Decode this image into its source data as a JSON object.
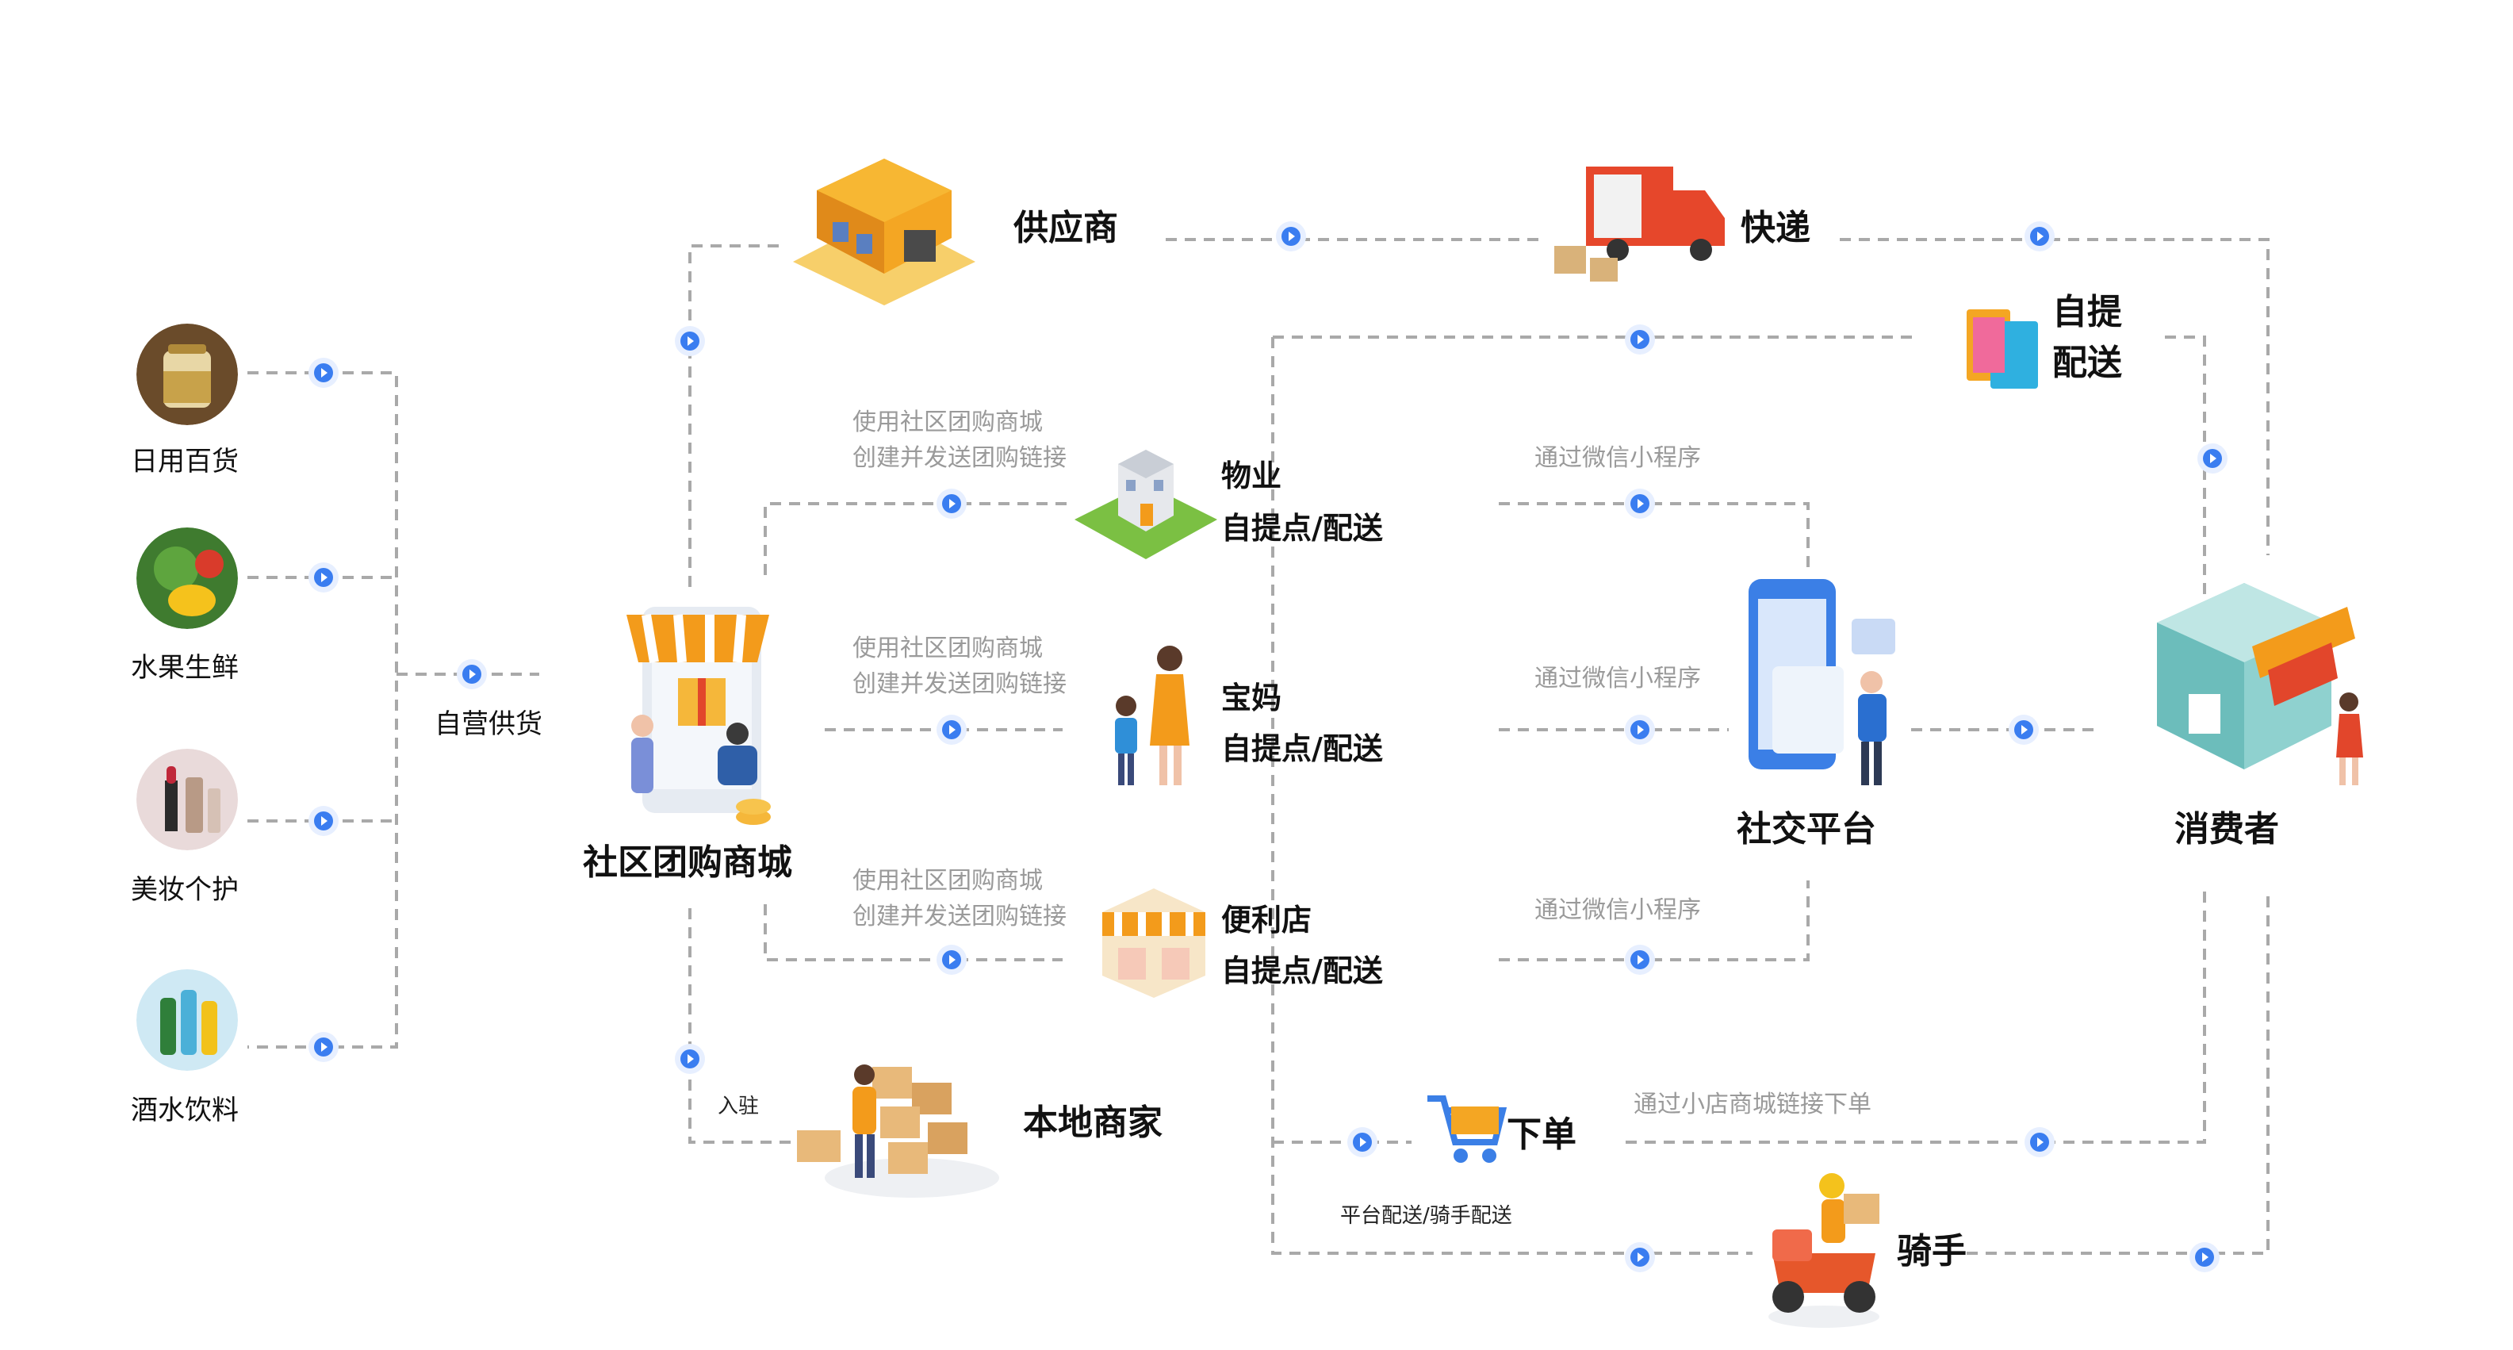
{
  "categories": [
    {
      "label": "日用百货",
      "color": "#c8a24a"
    },
    {
      "label": "水果生鲜",
      "color": "#4f9b3a"
    },
    {
      "label": "美妆个护",
      "color": "#b23a48"
    },
    {
      "label": "酒水饮料",
      "color": "#4bb0d8"
    }
  ],
  "self_supply": "自营供货",
  "mall": "社区团购商城",
  "supplier": "供应商",
  "express": "快递",
  "self_pickup": [
    "自提",
    "配送"
  ],
  "pickup_points": [
    {
      "title": "物业",
      "sub": "自提点/配送",
      "hint": [
        "使用社区团购商城",
        "创建并发送团购链接"
      ],
      "wechat": "通过微信小程序"
    },
    {
      "title": "宝妈",
      "sub": "自提点/配送",
      "hint": [
        "使用社区团购商城",
        "创建并发送团购链接"
      ],
      "wechat": "通过微信小程序"
    },
    {
      "title": "便利店",
      "sub": "自提点/配送",
      "hint": [
        "使用社区团购商城",
        "创建并发送团购链接"
      ],
      "wechat": "通过微信小程序"
    }
  ],
  "social_platform": "社交平台",
  "consumer": "消费者",
  "local_merchant": "本地商家",
  "settle_in": "入驻",
  "order": "下单",
  "order_hint": "通过小店商城链接下单",
  "delivery_hint": "平台配送/骑手配送",
  "rider": "骑手",
  "colors": {
    "arrow": "#3a7df0",
    "line": "#a9a9a9",
    "awning": "#f39b1b",
    "house": "#f7b733"
  }
}
